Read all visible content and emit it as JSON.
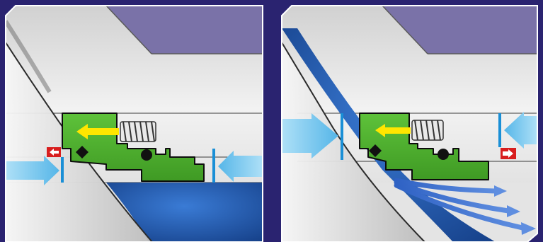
{
  "panels": [
    {
      "id": "left",
      "pressure_arrows": [
        "left-inlet-arrow",
        "right-inlet-arrow"
      ],
      "indicator": "red-left-arrow",
      "spring_arrow_direction": "left"
    },
    {
      "id": "right",
      "pressure_arrows": [
        "left-inlet-arrow",
        "right-inlet-arrow"
      ],
      "indicator": "red-right-arrow",
      "spring_arrow_direction": "left",
      "leak_arrows": 3
    }
  ],
  "colors": {
    "background": "#2a2370",
    "frame_border": "#ffffff",
    "seal_green": "#4caf2e",
    "seal_outline": "#0d0d0d",
    "fluid_blue": "#1f5bb4",
    "pressure_arrow": "#6fc4ec",
    "marker_blue": "#1a8fd6",
    "spring_arrow_yellow": "#ffe600",
    "indicator_red": "#d81e1e",
    "metal_light": "#e8e8e8",
    "metal_dark": "#9a9a9a",
    "purple_block": "#7a72a8"
  }
}
